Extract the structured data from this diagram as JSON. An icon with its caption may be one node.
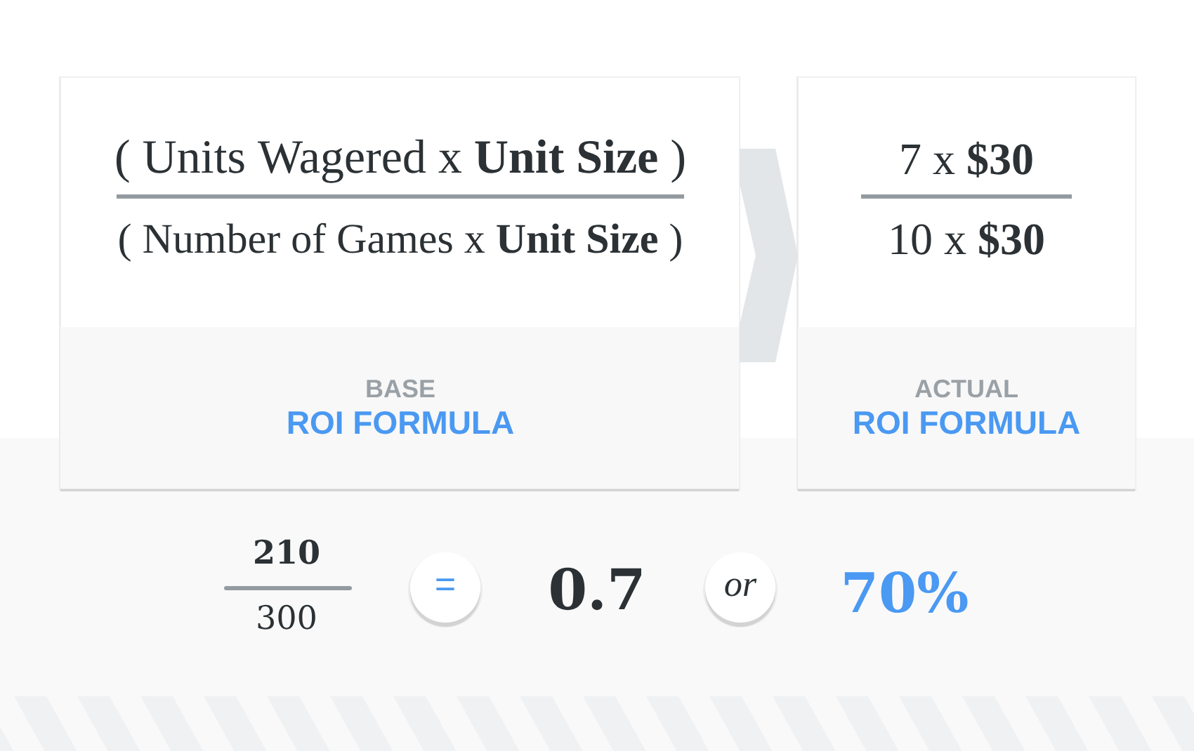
{
  "diagram": {
    "nodes": [
      {
        "text": [
          "( Units Wagered x **Unit Size** )",
          "( Number of Games x **Unit Size** )",
          "BASE",
          "ROI FORMULA"
        ]
      },
      {
        "text": [
          "7 x **$30**",
          "10 x **$30**",
          "ACTUAL",
          "ROI FORMULA"
        ]
      },
      {
        "text": [
          "="
        ]
      },
      {
        "text": [
          "or"
        ]
      }
    ],
    "edges": [
      {
        "from": 0,
        "to": 1,
        "arrow": "to"
      }
    ],
    "labels": [
      "210",
      "300",
      "0.7",
      "70%"
    ]
  }
}
